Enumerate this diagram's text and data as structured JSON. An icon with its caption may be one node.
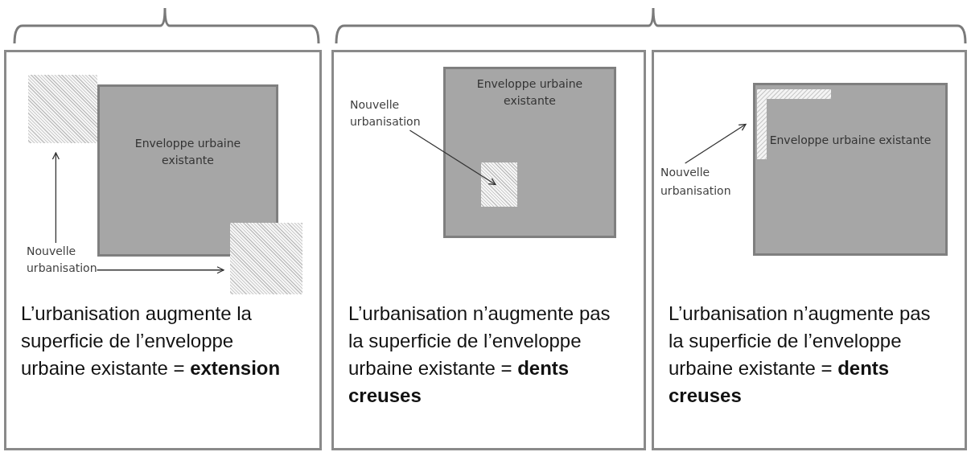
{
  "diagram": {
    "nodes": [
      {
        "text": [
          "L’urbanisation augmente la superficie de l’enveloppe urbaine existante = **extension**"
        ]
      },
      {
        "text": [
          "Enveloppe urbaine existante"
        ],
        "in": 0
      },
      {
        "text": [],
        "shape": "box",
        "in": 0
      },
      {
        "text": [],
        "shape": "box",
        "in": 0
      },
      {
        "text": [
          "Nouvelle urbanisation"
        ],
        "in": 0
      },
      {
        "text": [
          "L’urbanisation n’augmente pas la superficie de l’enveloppe urbaine existante = **dents creuses**"
        ]
      },
      {
        "text": [
          "Enveloppe urbaine existante"
        ],
        "in": 5
      },
      {
        "text": [],
        "shape": "box",
        "in": 6
      },
      {
        "text": [
          "Nouvelle urbanisation"
        ],
        "in": 5
      },
      {
        "text": [
          "L’urbanisation n’augmente pas la superficie de l’enveloppe urbaine existante = **dents creuses**"
        ]
      },
      {
        "text": [
          "Enveloppe urbaine existante"
        ],
        "in": 9
      },
      {
        "text": [],
        "shape": "box",
        "in": 10
      },
      {
        "text": [
          "Nouvelle urbanisation"
        ],
        "in": 9
      }
    ],
    "edges": [
      {
        "from": 4,
        "to": 2,
        "arrow": "to"
      },
      {
        "from": 4,
        "to": 3,
        "arrow": "to"
      },
      {
        "from": 8,
        "to": 7,
        "arrow": "to"
      },
      {
        "from": 12,
        "to": 11,
        "arrow": "to"
      }
    ]
  }
}
